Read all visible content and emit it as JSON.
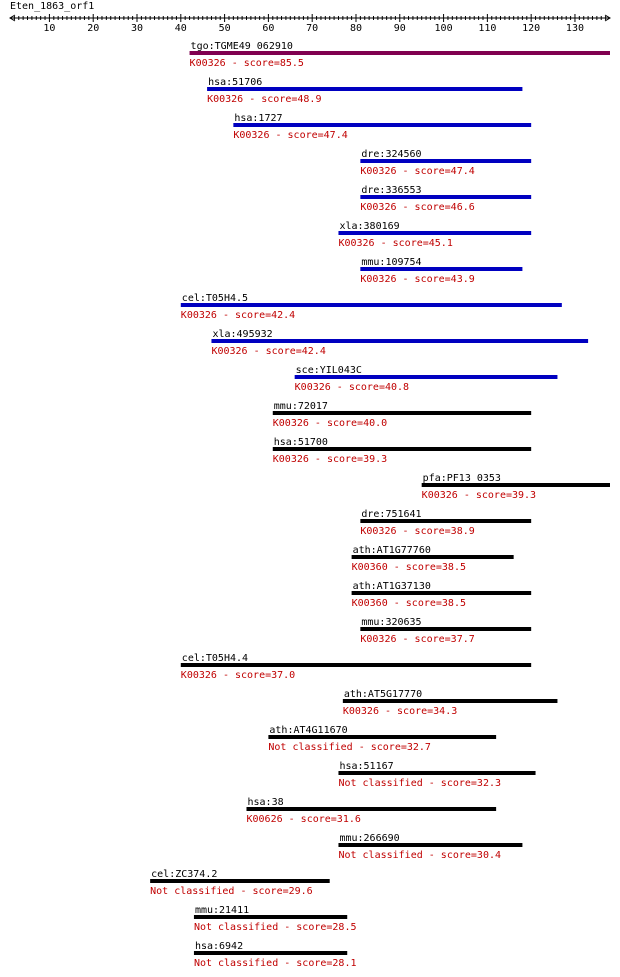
{
  "title": "Eten_1863_orf1",
  "axis": {
    "min": 1,
    "max": 138,
    "major_ticks": [
      10,
      20,
      30,
      40,
      50,
      60,
      70,
      80,
      90,
      100,
      110,
      120,
      130
    ],
    "tick_labels": [
      "10",
      "20",
      "30",
      "40",
      "50",
      "60",
      "70",
      "80",
      "90",
      "100",
      "110",
      "120",
      "130"
    ]
  },
  "colors": {
    "bar_best": "#800050",
    "bar_high": "#0000c0",
    "bar_other": "#000000",
    "score_text": "#c00000",
    "axis": "#000000"
  },
  "chart_data": {
    "type": "alignment-hits",
    "title": "Eten_1863_orf1",
    "x_range": [
      1,
      138
    ],
    "hits": [
      {
        "name": "tgo:TGME49_062910",
        "score_text": "K00326 - score=85.5",
        "start": 42,
        "end": 138,
        "color": "#800050"
      },
      {
        "name": "hsa:51706",
        "score_text": "K00326 - score=48.9",
        "start": 46,
        "end": 118,
        "color": "#0000c0"
      },
      {
        "name": "hsa:1727",
        "score_text": "K00326 - score=47.4",
        "start": 52,
        "end": 120,
        "color": "#0000c0"
      },
      {
        "name": "dre:324560",
        "score_text": "K00326 - score=47.4",
        "start": 81,
        "end": 120,
        "color": "#0000c0"
      },
      {
        "name": "dre:336553",
        "score_text": "K00326 - score=46.6",
        "start": 81,
        "end": 120,
        "color": "#0000c0"
      },
      {
        "name": "xla:380169",
        "score_text": "K00326 - score=45.1",
        "start": 76,
        "end": 120,
        "color": "#0000c0"
      },
      {
        "name": "mmu:109754",
        "score_text": "K00326 - score=43.9",
        "start": 81,
        "end": 118,
        "color": "#0000c0"
      },
      {
        "name": "cel:T05H4.5",
        "score_text": "K00326 - score=42.4",
        "start": 40,
        "end": 127,
        "color": "#0000c0"
      },
      {
        "name": "xla:495932",
        "score_text": "K00326 - score=42.4",
        "start": 47,
        "end": 133,
        "color": "#0000c0"
      },
      {
        "name": "sce:YIL043C",
        "score_text": "K00326 - score=40.8",
        "start": 66,
        "end": 126,
        "color": "#0000c0"
      },
      {
        "name": "mmu:72017",
        "score_text": "K00326 - score=40.0",
        "start": 61,
        "end": 120,
        "color": "#000000"
      },
      {
        "name": "hsa:51700",
        "score_text": "K00326 - score=39.3",
        "start": 61,
        "end": 120,
        "color": "#000000"
      },
      {
        "name": "pfa:PF13_0353",
        "score_text": "K00326 - score=39.3",
        "start": 95,
        "end": 138,
        "color": "#000000"
      },
      {
        "name": "dre:751641",
        "score_text": "K00326 - score=38.9",
        "start": 81,
        "end": 120,
        "color": "#000000"
      },
      {
        "name": "ath:AT1G77760",
        "score_text": "K00360 - score=38.5",
        "start": 79,
        "end": 116,
        "color": "#000000"
      },
      {
        "name": "ath:AT1G37130",
        "score_text": "K00360 - score=38.5",
        "start": 79,
        "end": 120,
        "color": "#000000"
      },
      {
        "name": "mmu:320635",
        "score_text": "K00326 - score=37.7",
        "start": 81,
        "end": 120,
        "color": "#000000"
      },
      {
        "name": "cel:T05H4.4",
        "score_text": "K00326 - score=37.0",
        "start": 40,
        "end": 120,
        "color": "#000000"
      },
      {
        "name": "ath:AT5G17770",
        "score_text": "K00326 - score=34.3",
        "start": 77,
        "end": 126,
        "color": "#000000"
      },
      {
        "name": "ath:AT4G11670",
        "score_text": "Not classified - score=32.7",
        "start": 60,
        "end": 112,
        "color": "#000000"
      },
      {
        "name": "hsa:51167",
        "score_text": "Not classified - score=32.3",
        "start": 76,
        "end": 121,
        "color": "#000000"
      },
      {
        "name": "hsa:38",
        "score_text": "K00626 - score=31.6",
        "start": 55,
        "end": 112,
        "color": "#000000"
      },
      {
        "name": "mmu:266690",
        "score_text": "Not classified - score=30.4",
        "start": 76,
        "end": 118,
        "color": "#000000"
      },
      {
        "name": "cel:ZC374.2",
        "score_text": "Not classified - score=29.6",
        "start": 33,
        "end": 74,
        "color": "#000000"
      },
      {
        "name": "mmu:21411",
        "score_text": "Not classified - score=28.5",
        "start": 43,
        "end": 78,
        "color": "#000000"
      },
      {
        "name": "hsa:6942",
        "score_text": "Not classified - score=28.1",
        "start": 43,
        "end": 78,
        "color": "#000000"
      }
    ]
  }
}
